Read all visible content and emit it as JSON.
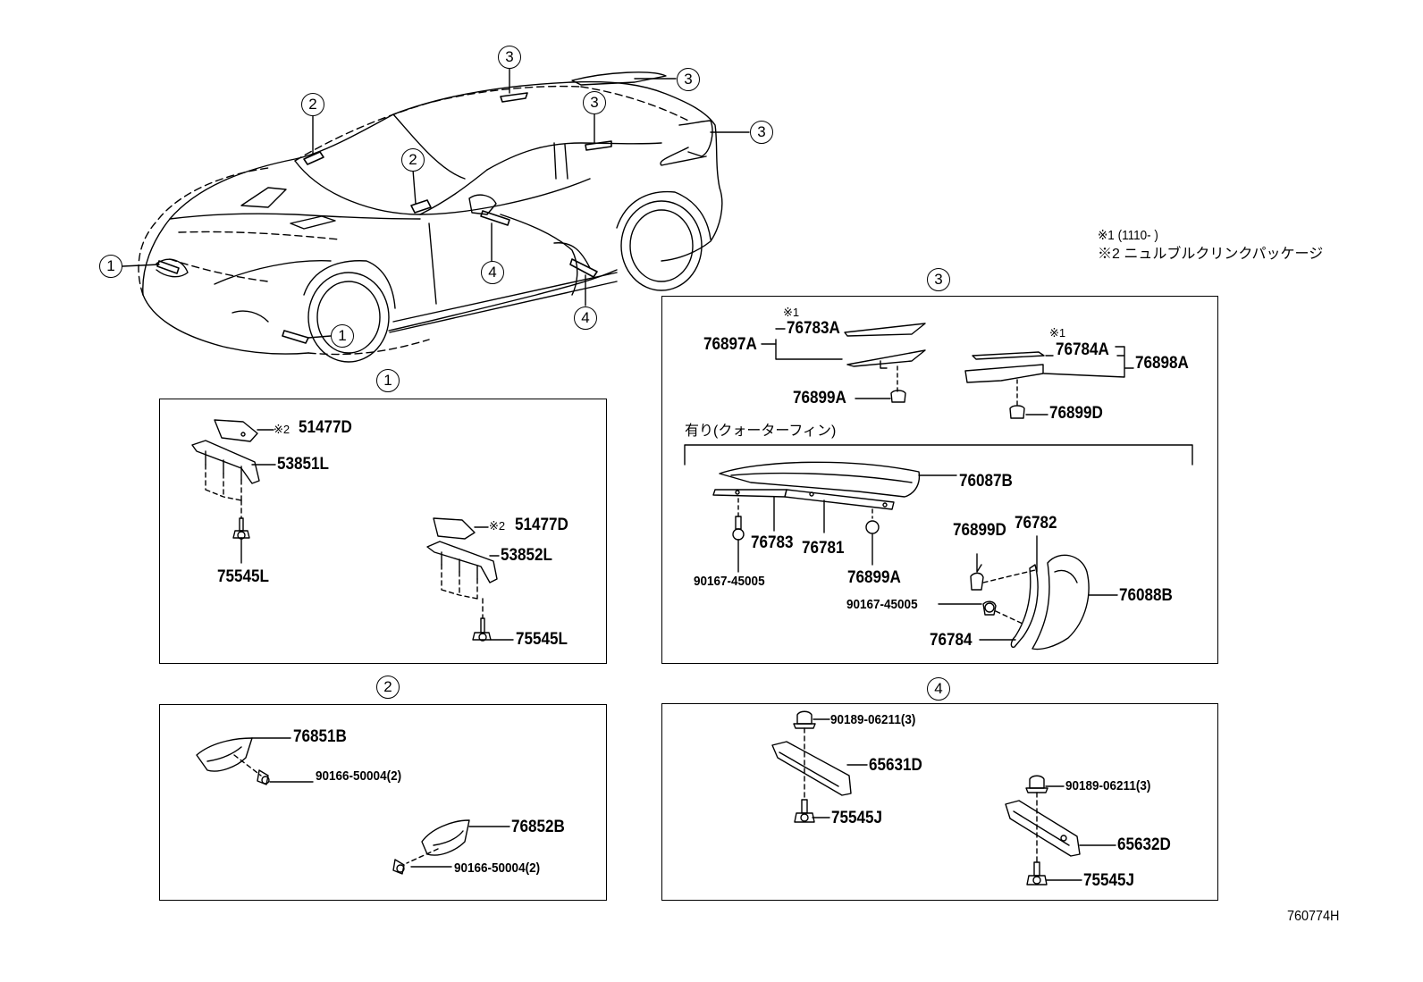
{
  "notes": {
    "note1": "※1 (1110-      )",
    "note2": "※2 ニュルブルクリンクパッケージ"
  },
  "markers": {
    "c1": "1",
    "c2": "2",
    "c3": "3",
    "c4": "4",
    "note1_mark": "※1",
    "note2_mark": "※2"
  },
  "section1": {
    "title": "1",
    "p_51477D_a": "51477D",
    "p_53851L": "53851L",
    "p_75545L_a": "75545L",
    "p_51477D_b": "51477D",
    "p_53852L": "53852L",
    "p_75545L_b": "75545L"
  },
  "section2": {
    "title": "2",
    "p_76851B": "76851B",
    "p_90166_a": "90166-50004(2)",
    "p_76852B": "76852B",
    "p_90166_b": "90166-50004(2)"
  },
  "section3": {
    "title": "3",
    "p_76897A": "76897A",
    "p_76783A": "76783A",
    "p_76899A_a": "76899A",
    "p_76784A": "76784A",
    "p_76898A": "76898A",
    "p_76899D_a": "76899D",
    "sub_label": "有り(クォーターフィン)",
    "p_76087B": "76087B",
    "p_76783": "76783",
    "p_76781": "76781",
    "p_90167_a": "90167-45005",
    "p_76899A_b": "76899A",
    "p_76899D_b": "76899D",
    "p_76782": "76782",
    "p_90167_b": "90167-45005",
    "p_76088B": "76088B",
    "p_76784": "76784"
  },
  "section4": {
    "title": "4",
    "p_90189_a": "90189-06211(3)",
    "p_65631D": "65631D",
    "p_75545J_a": "75545J",
    "p_90189_b": "90189-06211(3)",
    "p_65632D": "65632D",
    "p_75545J_b": "75545J"
  },
  "diagram_id": "760774H"
}
